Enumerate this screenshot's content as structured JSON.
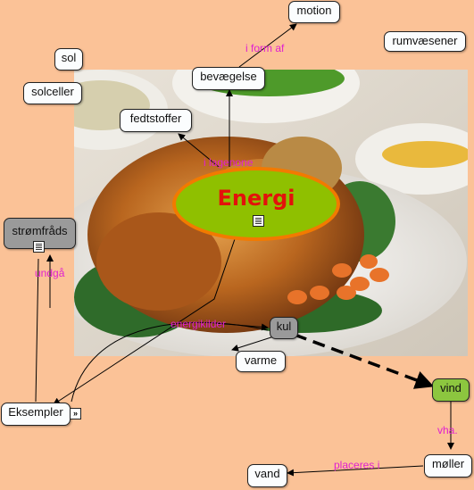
{
  "center": {
    "label": "Energi"
  },
  "nodes": {
    "motion": "motion",
    "rumvaesener": "rumvæsener",
    "sol": "sol",
    "solceller": "solceller",
    "bevaegelse": "bevægelse",
    "fedtstoffer": "fedtstoffer",
    "stromfrads": "strømfråds",
    "kul": "kul",
    "varme": "varme",
    "vind": "vind",
    "eksempler": "Eksempler",
    "moller": "møller",
    "vand": "vand"
  },
  "links": {
    "i_form_af": "i form af",
    "i_lagenone": "i lagenone",
    "undga": "undgå",
    "energikilder": "energikilder",
    "vha": "vha.",
    "placeres_i": "placeres i"
  },
  "colors": {
    "background": "#FBC297",
    "center_fill": "#8FC000",
    "center_border": "#F27A00",
    "center_text": "#E3120B",
    "link_label": "#E020D0",
    "gray_node": "#9A9A9A",
    "green_node": "#8CC63F"
  },
  "icons": {
    "center": "document-icon",
    "stromfrads": "document-icon",
    "eksempler": "expand-icon"
  }
}
